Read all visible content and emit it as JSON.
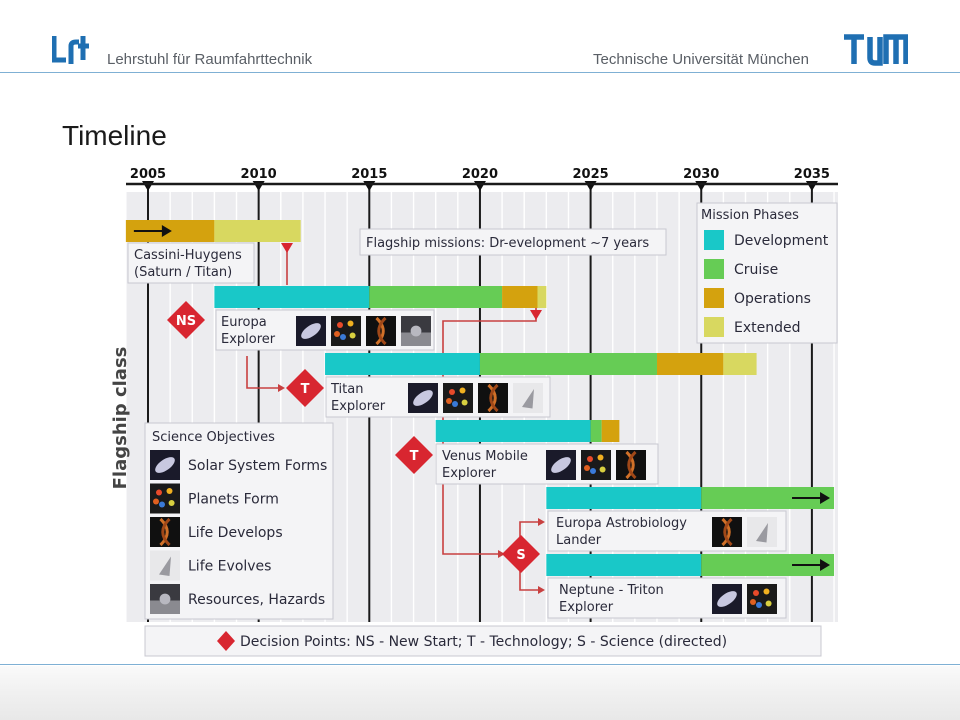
{
  "header": {
    "chair": "Lehrstuhl für Raumfahrttechnik",
    "university": "Technische Universität München"
  },
  "slide": {
    "title": "Timeline"
  },
  "colors": {
    "development": "#19c8c8",
    "cruise": "#66cc55",
    "operations": "#d4a20e",
    "extended": "#d8d860",
    "decision": "#d82630",
    "arrow": "#c84040",
    "header_line": "#7fb0d4"
  },
  "chart_data": {
    "type": "timeline",
    "y_axis_label": "Flagship class",
    "years": [
      2005,
      2010,
      2015,
      2020,
      2025,
      2030,
      2035
    ],
    "banner": "Flagship missions: Dr-evelopment ~7 years",
    "legend_title": "Mission Phases",
    "phases": [
      "Development",
      "Cruise",
      "Operations",
      "Extended"
    ],
    "missions": [
      {
        "name": [
          "Cassini-Huygens",
          "(Saturn / Titan)"
        ],
        "decision": null,
        "segments": [
          {
            "phase": "Operations",
            "start": 2004.0,
            "end": 2008.0,
            "arrow": true
          },
          {
            "phase": "Extended",
            "start": 2008.0,
            "end": 2011.9
          }
        ]
      },
      {
        "name": [
          "Europa",
          "Explorer"
        ],
        "decision": "NS",
        "icons": [
          "Solar System Forms",
          "Planets Form",
          "Life Develops",
          "Resources, Hazards"
        ],
        "segments": [
          {
            "phase": "Development",
            "start": 2008.0,
            "end": 2015.0
          },
          {
            "phase": "Cruise",
            "start": 2015.0,
            "end": 2021.0
          },
          {
            "phase": "Operations",
            "start": 2021.0,
            "end": 2022.6
          },
          {
            "phase": "Extended",
            "start": 2022.6,
            "end": 2023.0
          }
        ]
      },
      {
        "name": [
          "Titan",
          "Explorer"
        ],
        "decision": "T",
        "icons": [
          "Solar System Forms",
          "Planets Form",
          "Life Develops",
          "Life Evolves"
        ],
        "segments": [
          {
            "phase": "Development",
            "start": 2013.0,
            "end": 2020.0
          },
          {
            "phase": "Cruise",
            "start": 2020.0,
            "end": 2028.0
          },
          {
            "phase": "Operations",
            "start": 2028.0,
            "end": 2031.0
          },
          {
            "phase": "Extended",
            "start": 2031.0,
            "end": 2032.5
          }
        ]
      },
      {
        "name": [
          "Venus Mobile",
          "Explorer"
        ],
        "decision": "T",
        "icons": [
          "Solar System Forms",
          "Planets Form",
          "Life Develops"
        ],
        "segments": [
          {
            "phase": "Development",
            "start": 2018.0,
            "end": 2025.0
          },
          {
            "phase": "Cruise",
            "start": 2025.0,
            "end": 2025.5
          },
          {
            "phase": "Operations",
            "start": 2025.5,
            "end": 2026.3
          }
        ]
      },
      {
        "name": [
          "Europa Astrobiology",
          "Lander"
        ],
        "decision": "S",
        "icons": [
          "Life Develops",
          "Life Evolves"
        ],
        "segments": [
          {
            "phase": "Development",
            "start": 2023.0,
            "end": 2030.0
          },
          {
            "phase": "Cruise",
            "start": 2030.0,
            "end": 2036.0,
            "arrow": true
          }
        ]
      },
      {
        "name": [
          "Neptune - Triton",
          "Explorer"
        ],
        "decision": null,
        "icons": [
          "Solar System Forms",
          "Planets Form"
        ],
        "segments": [
          {
            "phase": "Development",
            "start": 2023.0,
            "end": 2030.0
          },
          {
            "phase": "Cruise",
            "start": 2030.0,
            "end": 2036.0,
            "arrow": true
          }
        ]
      }
    ],
    "science_objectives_title": "Science Objectives",
    "science_objectives": [
      "Solar System Forms",
      "Planets Form",
      "Life Develops",
      "Life Evolves",
      "Resources, Hazards"
    ],
    "decision_points": "Decision Points: NS - New Start; T - Technology; S - Science (directed)"
  }
}
